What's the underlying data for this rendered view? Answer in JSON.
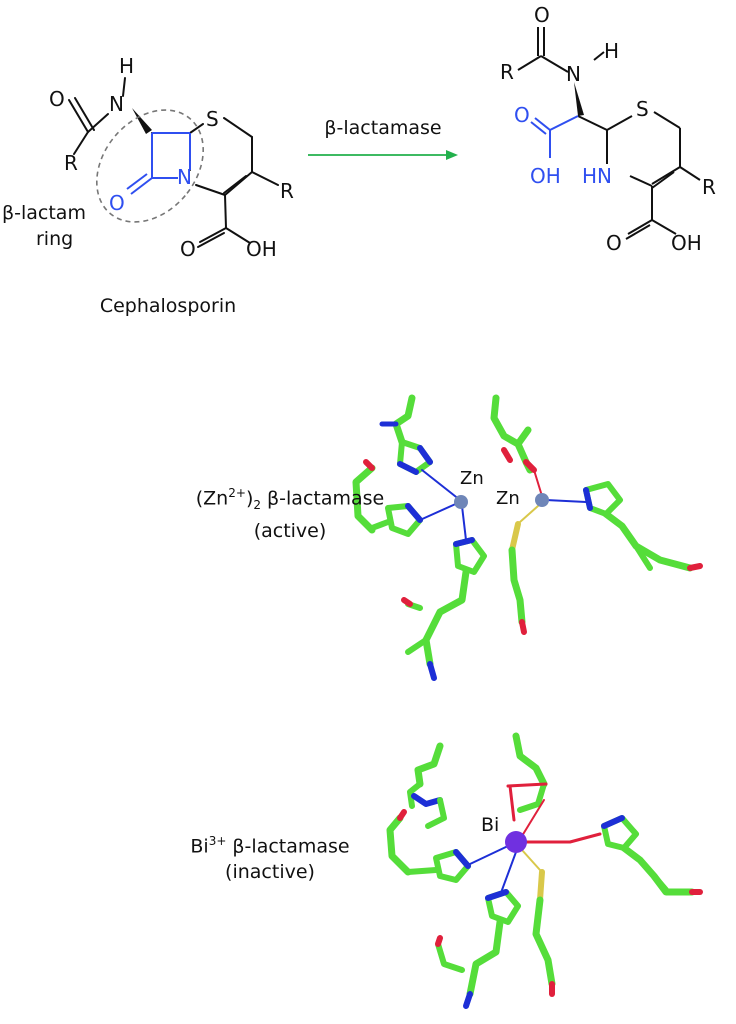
{
  "colors": {
    "black": "#111111",
    "blue": "#2f4ff0",
    "arrow_green": "#22b14c",
    "carbon": "#55dd3a",
    "nitrogen": "#1d2fd6",
    "oxygen": "#e0203c",
    "sulfur": "#d9c84a",
    "zinc": "#6f86b8",
    "bismuth": "#7030e0",
    "dashed": "#777777"
  },
  "reaction": {
    "arrow_label": "β-lactamase",
    "reactant_name": "Cephalosporin",
    "ring_label_line1": "β-lactam",
    "ring_label_line2": "ring",
    "atoms": {
      "H": "H",
      "N": "N",
      "O": "O",
      "S": "S",
      "R": "R",
      "OH": "OH",
      "HN": "HN"
    }
  },
  "panels": {
    "zinc": {
      "enzyme_prefix": "(Zn",
      "charge": "2+",
      "close_paren": ")",
      "subscript": "2",
      "enzyme_name": " β-lactamase",
      "state": "(active)",
      "metal_label": "Zn"
    },
    "bismuth": {
      "enzyme_prefix": "Bi",
      "charge": "3+",
      "enzyme_name": " β-lactamase",
      "state": "(inactive)",
      "metal_label": "Bi"
    }
  }
}
